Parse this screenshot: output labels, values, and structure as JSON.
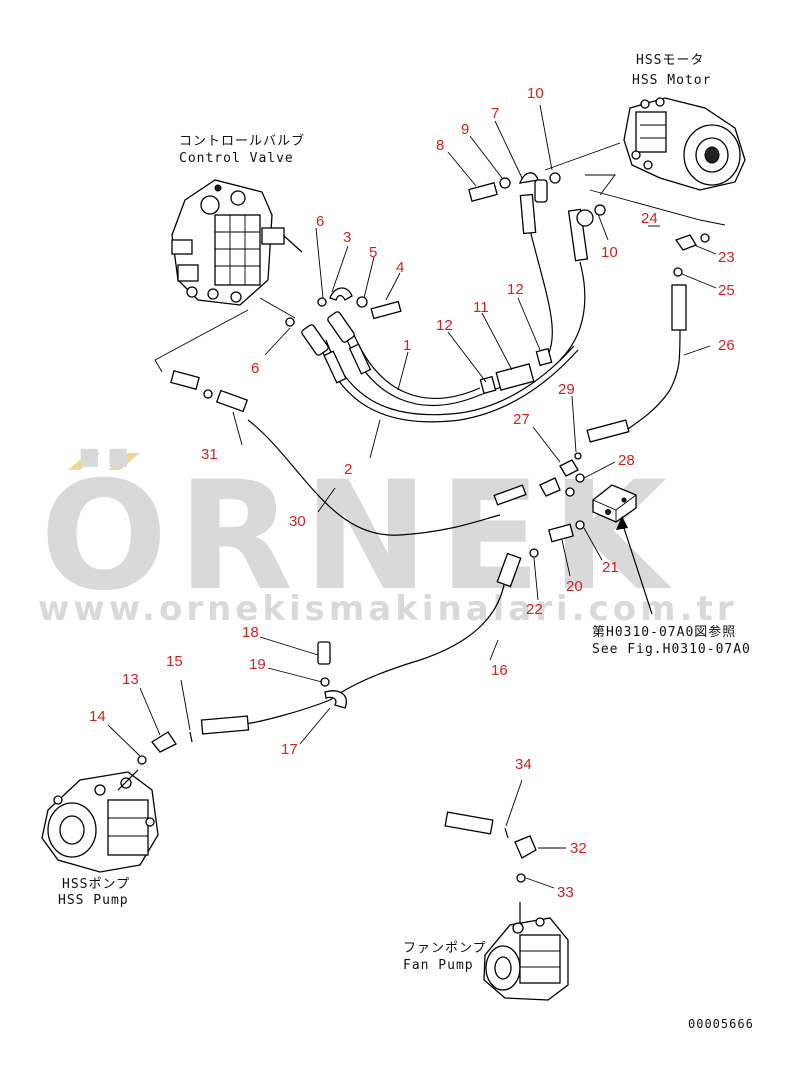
{
  "watermark": {
    "brand": "ÖRNEK",
    "url": "www.ornekismakinalari.com.tr",
    "accent_color": "#f0d890",
    "text_color": "#d9d9d9"
  },
  "components": {
    "hss_motor": {
      "jp": "HSSモータ",
      "en": "HSS Motor"
    },
    "control_valve": {
      "jp": "コントロールバルブ",
      "en": "Control Valve"
    },
    "hss_pump": {
      "jp": "HSSポンプ",
      "en": "HSS Pump"
    },
    "fan_pump": {
      "jp": "ファンポンプ",
      "en": "Fan Pump"
    }
  },
  "reference": {
    "jp": "第H0310-07A0図参照",
    "en": "See Fig.H0310-07A0"
  },
  "drawing_number": "00005666",
  "part_numbers": [
    "1",
    "2",
    "3",
    "4",
    "5",
    "6",
    "6",
    "7",
    "8",
    "9",
    "10",
    "10",
    "11",
    "12",
    "12",
    "13",
    "14",
    "15",
    "16",
    "17",
    "18",
    "19",
    "20",
    "21",
    "22",
    "23",
    "24",
    "25",
    "26",
    "27",
    "28",
    "29",
    "30",
    "31",
    "32",
    "33",
    "34"
  ],
  "colors": {
    "callout": "#d21f1f",
    "line": "#000000"
  }
}
